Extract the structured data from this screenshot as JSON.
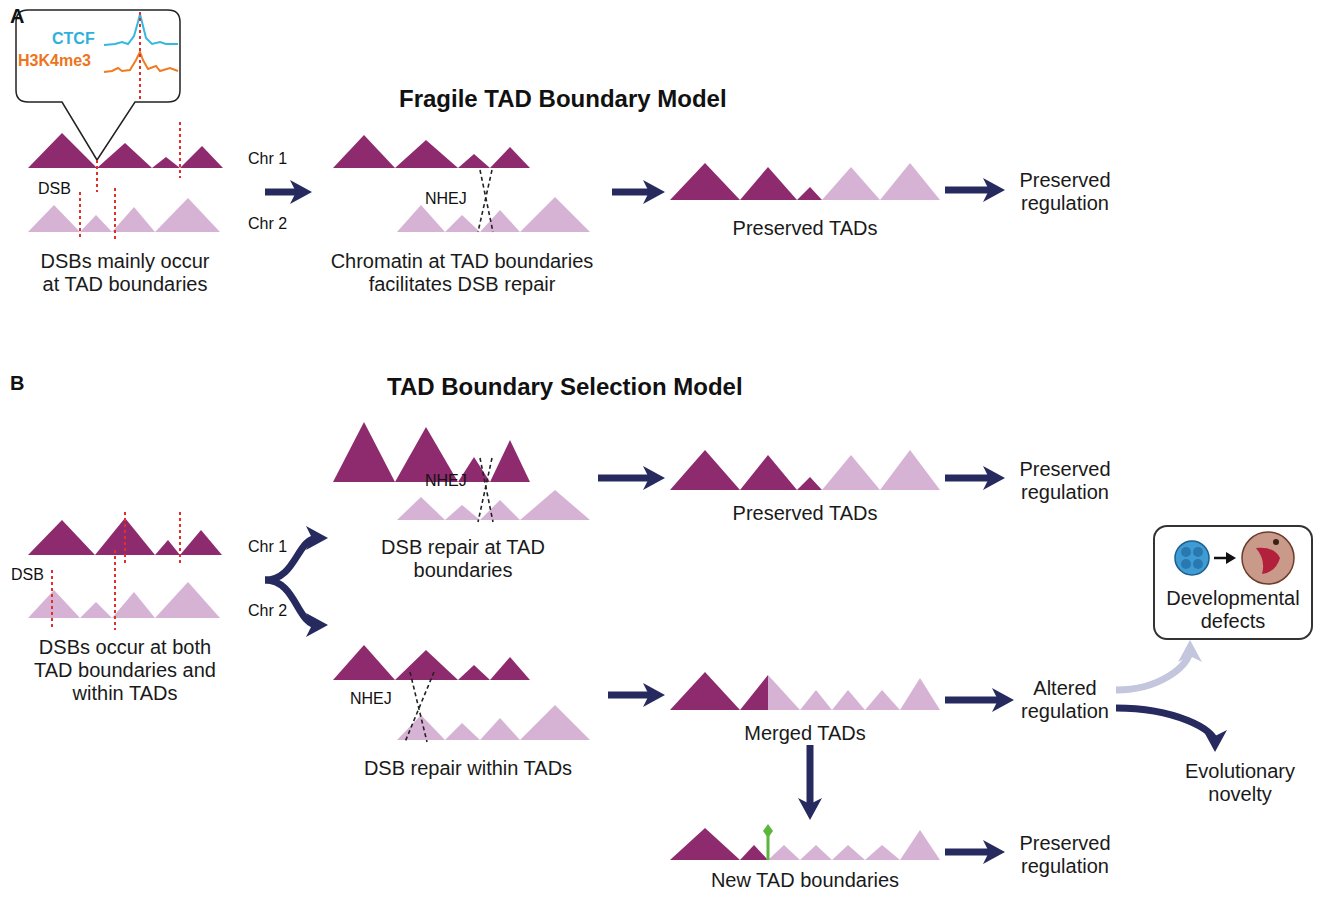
{
  "diagram": {
    "nodes": [
      {
        "text": [
          "DSBs mainly occur at TAD boundaries"
        ]
      },
      {
        "text": [
          "Chromatin at TAD boundaries facilitates DSB repair"
        ]
      },
      {
        "text": [
          "Preserved TADs"
        ]
      },
      {
        "text": [
          "Preserved regulation"
        ]
      },
      {
        "text": [
          "DSBs occur at both TAD boundaries and within TADs"
        ]
      },
      {
        "text": [
          "DSB repair at TAD boundaries"
        ]
      },
      {
        "text": [
          "Preserved TADs"
        ]
      },
      {
        "text": [
          "Preserved regulation"
        ]
      },
      {
        "text": [
          "DSB repair within TADs"
        ]
      },
      {
        "text": [
          "Merged TADs"
        ]
      },
      {
        "text": [
          "Altered regulation"
        ]
      },
      {
        "text": [
          "Developmental defects"
        ]
      },
      {
        "text": [
          "Evolutionary novelty"
        ]
      },
      {
        "text": [
          "New TAD boundaries"
        ]
      },
      {
        "text": [
          "Preserved regulation"
        ]
      }
    ],
    "edges": [
      {
        "from": 0,
        "to": 1,
        "arrow": "to"
      },
      {
        "from": 1,
        "to": 2,
        "arrow": "to"
      },
      {
        "from": 2,
        "to": 3,
        "arrow": "to"
      },
      {
        "from": 4,
        "to": 5,
        "arrow": "to"
      },
      {
        "from": 4,
        "to": 8,
        "arrow": "to"
      },
      {
        "from": 5,
        "to": 6,
        "arrow": "to"
      },
      {
        "from": 6,
        "to": 7,
        "arrow": "to"
      },
      {
        "from": 8,
        "to": 9,
        "arrow": "to"
      },
      {
        "from": 9,
        "to": 10,
        "arrow": "to"
      },
      {
        "from": 10,
        "to": 11,
        "arrow": "to"
      },
      {
        "from": 10,
        "to": 12,
        "arrow": "to"
      },
      {
        "from": 9,
        "to": 13,
        "arrow": "to"
      },
      {
        "from": 13,
        "to": 14,
        "arrow": "to"
      }
    ],
    "labels": [
      "A",
      "B",
      "Fragile TAD Boundary Model",
      "TAD Boundary Selection Model",
      "CTCF",
      "H3K4me3",
      "Chr 1",
      "Chr 2",
      "DSB",
      "NHEJ",
      "Chr 1",
      "Chr 2",
      "DSB",
      "NHEJ",
      "NHEJ"
    ]
  }
}
